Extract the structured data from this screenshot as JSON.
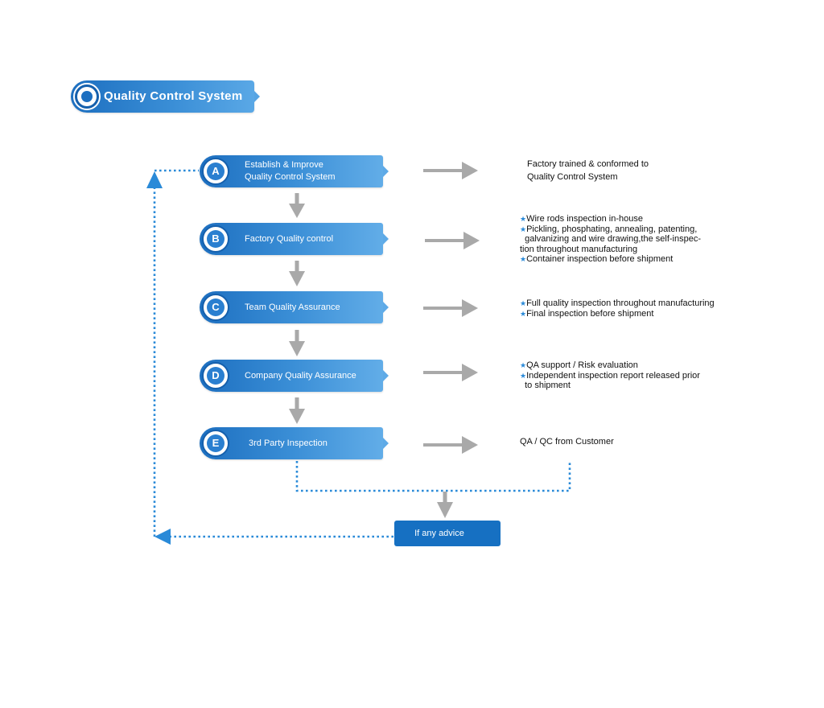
{
  "header": {
    "title": "Quality Control System"
  },
  "steps": [
    {
      "letter": "A",
      "label": "Establish & Improve\nQuality Control System",
      "desc": [
        {
          "star": false,
          "text": "Factory trained & conformed to"
        },
        {
          "star": false,
          "text": "Quality Control System"
        }
      ]
    },
    {
      "letter": "B",
      "label": "Factory Quality control",
      "desc": [
        {
          "star": true,
          "text": "Wire rods inspection in-house"
        },
        {
          "star": true,
          "text": "Pickling, phosphating, annealing, patenting,"
        },
        {
          "star": false,
          "text": "  galvanizing and wire drawing,the self-inspec-"
        },
        {
          "star": false,
          "text": "tion throughout manufacturing"
        },
        {
          "star": true,
          "text": "Container inspection before shipment"
        }
      ]
    },
    {
      "letter": "C",
      "label": "Team Quality Assurance",
      "desc": [
        {
          "star": true,
          "text": "Full quality inspection throughout manufacturing"
        },
        {
          "star": true,
          "text": "Final inspection before shipment"
        }
      ]
    },
    {
      "letter": "D",
      "label": "Company Quality Assurance",
      "desc": [
        {
          "star": true,
          "text": "QA support / Risk evaluation"
        },
        {
          "star": true,
          "text": "Independent inspection report released prior"
        },
        {
          "star": false,
          "text": "  to shipment"
        }
      ]
    },
    {
      "letter": "E",
      "label": "3rd Party Inspection",
      "desc": [
        {
          "star": false,
          "text": "QA / QC from Customer"
        }
      ]
    }
  ],
  "advice": {
    "label": "If any advice"
  },
  "colors": {
    "primary": "#1d6fc0",
    "accent": "#5aa8e6",
    "arrow_gray": "#a9a9a9",
    "dotted_blue": "#2a8ad8"
  }
}
